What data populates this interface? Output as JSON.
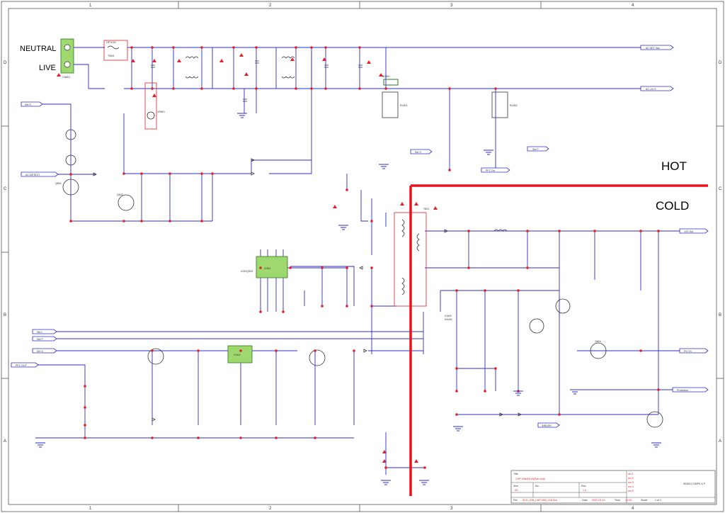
{
  "frame": {
    "columns": [
      "1",
      "2",
      "3",
      "4"
    ],
    "rows": [
      "D",
      "C",
      "B",
      "A"
    ]
  },
  "labels": {
    "neutral": "NEUTRAL",
    "live": "LIVE",
    "hot": "HOT",
    "cold": "COLD"
  },
  "ports": {
    "ac_out_top": "AC SET Vac",
    "ac_out_2": "AC LIV E",
    "s_left_1": "Set S",
    "ac_detect": "AC DETECT",
    "set_s_mid": "Set S",
    "set_p_mid": "Set P",
    "pfc_on_mid": "PFC On",
    "out_12v": "12V Out",
    "ps_on": "PS On",
    "protection": "Protection",
    "stby_1": "Stb L",
    "stby_2": "Set P",
    "stby_3": "Set S",
    "pfc_out_left": "PFC OUT",
    "inrush": "INRUSH"
  },
  "components": {
    "fuse_label": "OPTION",
    "fuse_sub": "T5AH",
    "cn_label": "CN801",
    "ic_main": "IC801",
    "ic_sub": "ICE2QS03",
    "ic_opto": "IC802",
    "transformer": "T801",
    "regulator": "IC803",
    "regulator_sub": "KA431",
    "q_main": "Q801",
    "q_sub": "Q802",
    "q_right": "Q804",
    "relay_1": "RL801",
    "relay_2": "RL802",
    "bridge": "BD801",
    "varistor": "VR801"
  },
  "title_block": {
    "title_label": "Title",
    "title_value": "CHP-40N/WL18(Sub only)",
    "size_label": "Size",
    "size_value": "A3",
    "no_label": "No.",
    "rev_label": "Rev.",
    "rev_value": "1.0",
    "file_label": "File",
    "file_value": "SCH_20N_CHP-40N_V18.Sch",
    "date_label": "Date",
    "date_value": "2007-03-13",
    "time_label": "Time",
    "time_value": "10:24",
    "sheet_label": "Sheet",
    "sheet_value": "1 of 1",
    "company": "SEMCO SMPS & P",
    "revision_rows": [
      "rev.1",
      "rev.2",
      "rev.3",
      "rev.4",
      "rev.5"
    ]
  }
}
